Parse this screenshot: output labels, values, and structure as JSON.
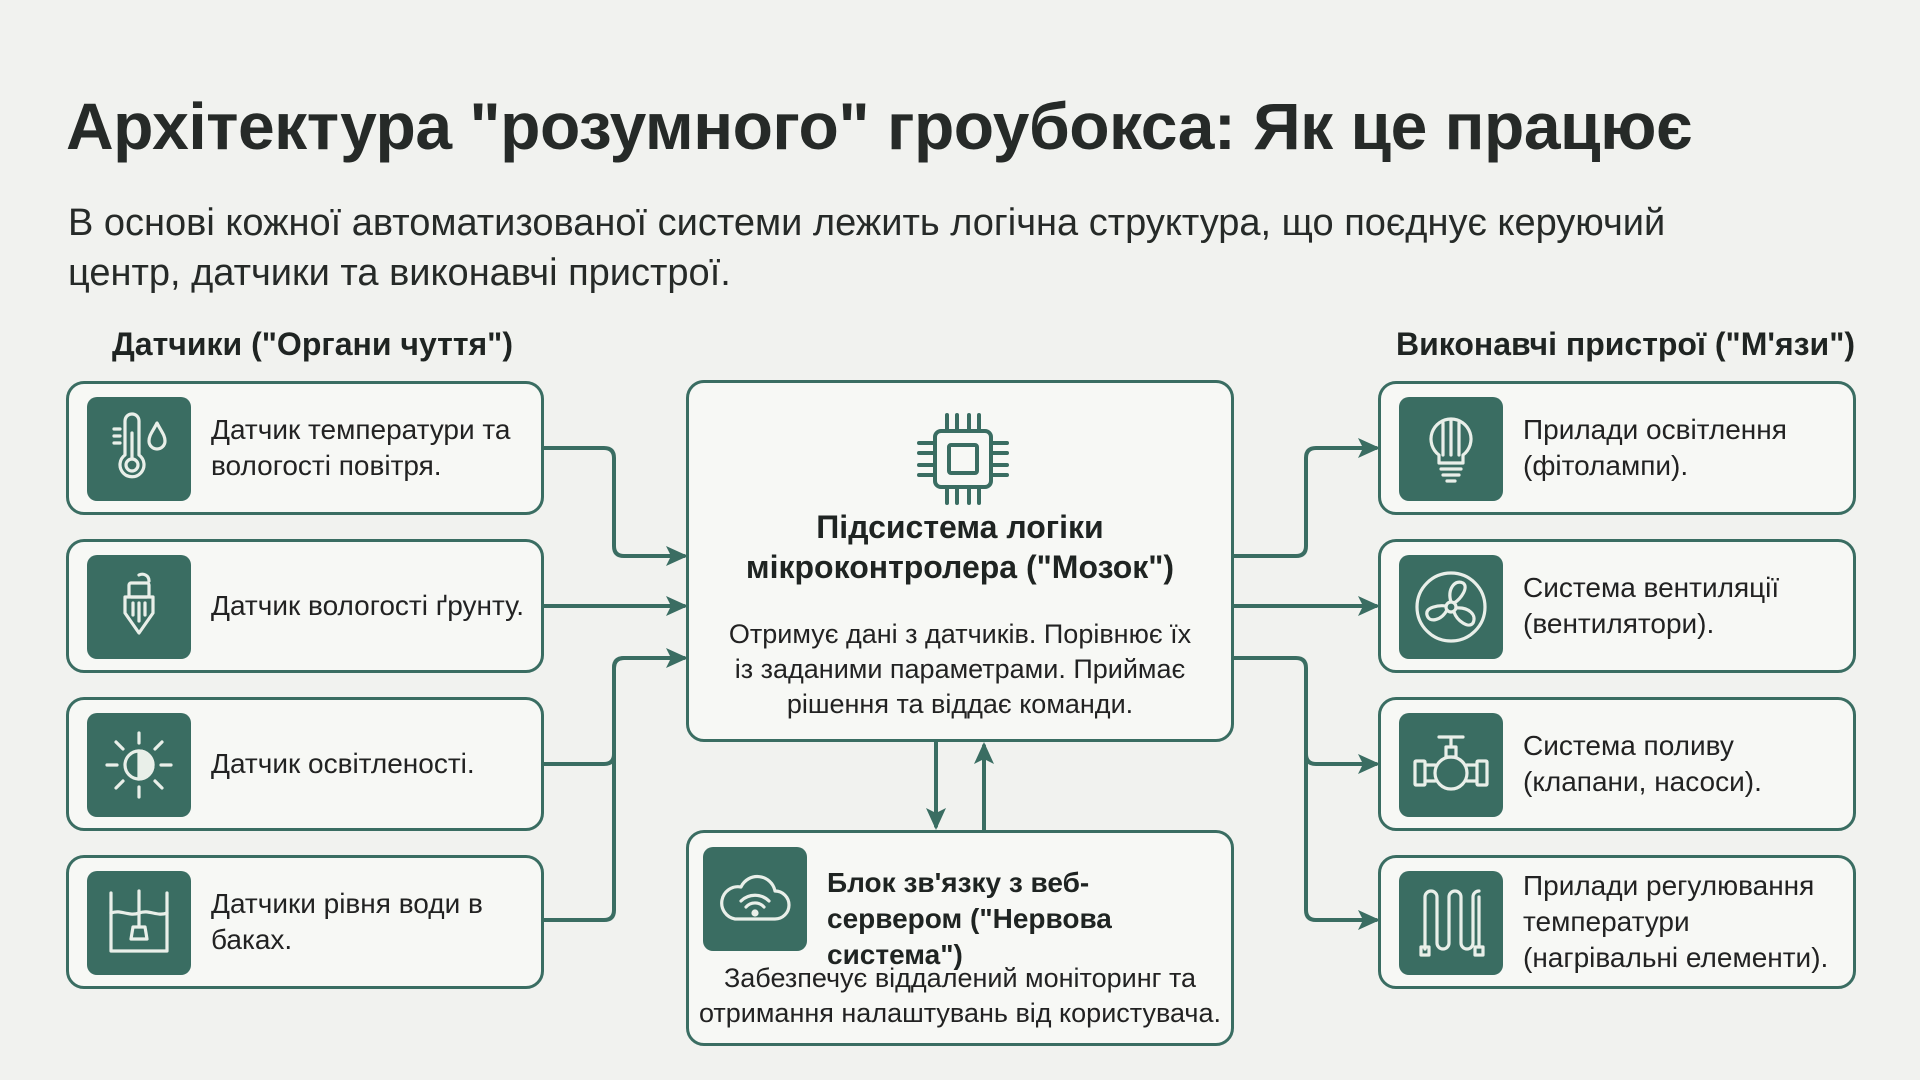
{
  "title": "Архітектура \"розумного\" гроубокса: Як це працює",
  "subtitle": "В основі кожної автоматизованої системи лежить логічна структура, що поєднує керуючий центр, датчики та виконавчі пристрої.",
  "sensors": {
    "header": "Датчики (\"Органи чуття\")",
    "items": [
      {
        "icon": "thermometer-droplet-icon",
        "label": "Датчик температури та вологості повітря."
      },
      {
        "icon": "soil-probe-icon",
        "label": "Датчик вологості ґрунту."
      },
      {
        "icon": "sun-light-icon",
        "label": "Датчик освітленості."
      },
      {
        "icon": "water-level-tank-icon",
        "label": "Датчики рівня води в баках."
      }
    ]
  },
  "controller": {
    "icon": "microchip-icon",
    "title": "Підсистема логіки мікроконтролера (\"Мозок\")",
    "description": "Отримує дані з датчиків. Порівнює їх із заданими параметрами. Приймає рішення та віддає команди."
  },
  "communication": {
    "icon": "cloud-wifi-icon",
    "title": "Блок зв'язку з веб-сервером (\"Нервова система\")",
    "description": "Забезпечує віддалений моніторинг та отримання налаштувань від користувача."
  },
  "actuators": {
    "header": "Виконавчі пристрої (\"М'язи\")",
    "items": [
      {
        "icon": "light-bulb-icon",
        "label": "Прилади освітлення (фітолампи)."
      },
      {
        "icon": "fan-icon",
        "label": "Система вентиляції (вентилятори)."
      },
      {
        "icon": "valve-pipe-icon",
        "label": "Система поливу (клапани, насоси)."
      },
      {
        "icon": "heating-element-icon",
        "label": "Прилади регулювання температури (нагрівальні елементи)."
      }
    ]
  },
  "colors": {
    "accent": "#3a6d62",
    "background": "#f1f2ef",
    "text": "#262a28"
  }
}
